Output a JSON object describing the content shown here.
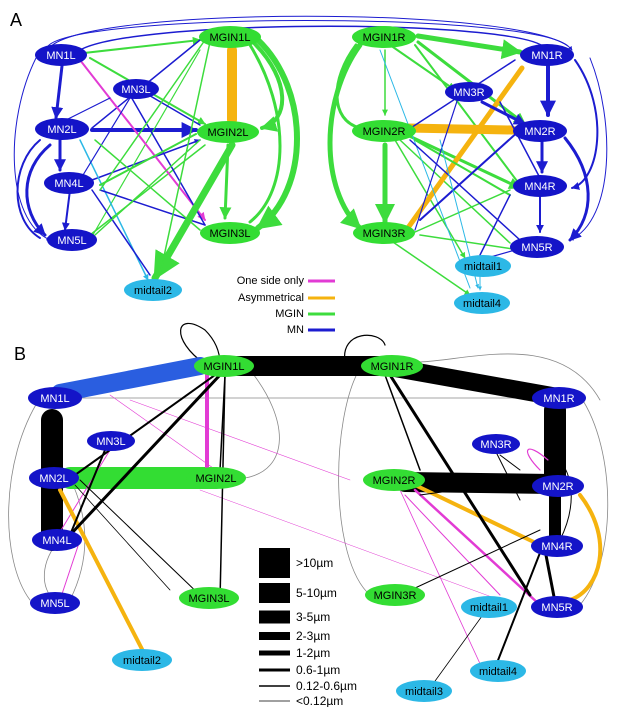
{
  "panels": {
    "a": {
      "label": "A",
      "nodes": {
        "MN1L": {
          "label": "MN1L",
          "type": "MN"
        },
        "MN3L": {
          "label": "MN3L",
          "type": "MN"
        },
        "MN2L": {
          "label": "MN2L",
          "type": "MN"
        },
        "MN4L": {
          "label": "MN4L",
          "type": "MN"
        },
        "MN5L": {
          "label": "MN5L",
          "type": "MN"
        },
        "MGIN1L": {
          "label": "MGIN1L",
          "type": "MGIN"
        },
        "MGIN2L": {
          "label": "MGIN2L",
          "type": "MGIN"
        },
        "MGIN3L": {
          "label": "MGIN3L",
          "type": "MGIN"
        },
        "midtail2": {
          "label": "midtail2",
          "type": "midtail"
        },
        "MGIN1R": {
          "label": "MGIN1R",
          "type": "MGIN"
        },
        "MGIN2R": {
          "label": "MGIN2R",
          "type": "MGIN"
        },
        "MGIN3R": {
          "label": "MGIN3R",
          "type": "MGIN"
        },
        "MN1R": {
          "label": "MN1R",
          "type": "MN"
        },
        "MN3R": {
          "label": "MN3R",
          "type": "MN"
        },
        "MN2R": {
          "label": "MN2R",
          "type": "MN"
        },
        "MN4R": {
          "label": "MN4R",
          "type": "MN"
        },
        "MN5R": {
          "label": "MN5R",
          "type": "MN"
        },
        "midtail1": {
          "label": "midtail1",
          "type": "midtail"
        },
        "midtail4": {
          "label": "midtail4",
          "type": "midtail"
        }
      },
      "legend": [
        {
          "label": "One side only",
          "color": "#e23bd4"
        },
        {
          "label": "Asymmetrical",
          "color": "#f5b30f"
        },
        {
          "label": "MGIN",
          "color": "#3ddc3d"
        },
        {
          "label": "MN",
          "color": "#1c1cd0"
        }
      ]
    },
    "b": {
      "label": "B",
      "nodes": {
        "MN1L": {
          "label": "MN1L",
          "type": "MN"
        },
        "MN3L": {
          "label": "MN3L",
          "type": "MN"
        },
        "MN2L": {
          "label": "MN2L",
          "type": "MN"
        },
        "MN4L": {
          "label": "MN4L",
          "type": "MN"
        },
        "MN5L": {
          "label": "MN5L",
          "type": "MN"
        },
        "MGIN1L": {
          "label": "MGIN1L",
          "type": "MGIN"
        },
        "MGIN2L": {
          "label": "MGIN2L",
          "type": "MGIN"
        },
        "MGIN3L": {
          "label": "MGIN3L",
          "type": "MGIN"
        },
        "midtail2": {
          "label": "midtail2",
          "type": "midtail"
        },
        "MGIN1R": {
          "label": "MGIN1R",
          "type": "MGIN"
        },
        "MGIN2R": {
          "label": "MGIN2R",
          "type": "MGIN"
        },
        "MGIN3R": {
          "label": "MGIN3R",
          "type": "MGIN"
        },
        "MN1R": {
          "label": "MN1R",
          "type": "MN"
        },
        "MN3R": {
          "label": "MN3R",
          "type": "MN"
        },
        "MN2R": {
          "label": "MN2R",
          "type": "MN"
        },
        "MN4R": {
          "label": "MN4R",
          "type": "MN"
        },
        "MN5R": {
          "label": "MN5R",
          "type": "MN"
        },
        "midtail1": {
          "label": "midtail1",
          "type": "midtail"
        },
        "midtail3": {
          "label": "midtail3",
          "type": "midtail"
        },
        "midtail4": {
          "label": "midtail4",
          "type": "midtail"
        }
      },
      "legend": [
        {
          "label": ">10µm"
        },
        {
          "label": "5-10µm"
        },
        {
          "label": "3-5µm"
        },
        {
          "label": "2-3µm"
        },
        {
          "label": "1-2µm"
        },
        {
          "label": "0.6-1µm"
        },
        {
          "label": "0.12-0.6µm"
        },
        {
          "label": "<0.12µm"
        }
      ]
    }
  },
  "colors": {
    "mn_node": "#1414c8",
    "mgin_node": "#33dd33",
    "midtail_node": "#2cb8e6",
    "mn_edge": "#1c1cd0",
    "mgin_edge": "#3ddc3d",
    "one_side": "#e23bd4",
    "asym": "#f5b30f",
    "black_edge": "#000000",
    "blue_thick": "#2a5ee0",
    "midtail_edge": "#2cb8e6"
  }
}
